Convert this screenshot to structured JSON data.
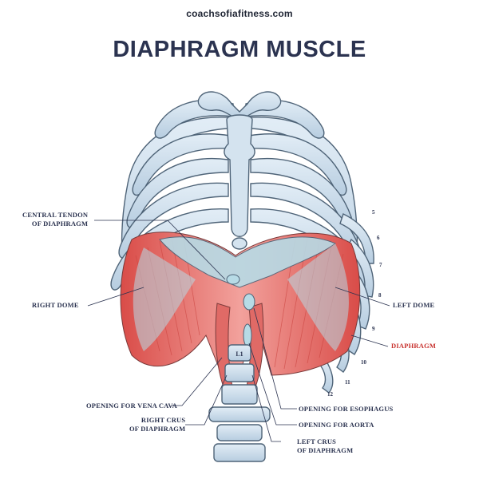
{
  "site": "coachsofiafitness.com",
  "title": "DIAPHRAGM MUSCLE",
  "labels": {
    "central_tendon": [
      "CENTRAL TENDON",
      "OF DIAPHRAGM"
    ],
    "right_dome": "RIGHT DOME",
    "left_dome": "LEFT DOME",
    "diaphragm": "DIAPHRAGM",
    "vena_cava": "OPENING FOR VENA CAVA",
    "right_crus": [
      "RIGHT CRUS",
      "OF DIAPHRAGM"
    ],
    "esophagus": "OPENING FOR ESOPHAGUS",
    "aorta": "OPENING FOR AORTA",
    "left_crus": [
      "LEFT CRUS",
      "OF DIAPHRAGM"
    ],
    "vertebra": "L1"
  },
  "rib_numbers": [
    "5",
    "6",
    "7",
    "8",
    "9",
    "10",
    "11",
    "12"
  ],
  "colors": {
    "title": "#2b3350",
    "bone": "#c9dcea",
    "bone_outline": "#4f6478",
    "muscle": "#e8807d",
    "muscle_dark": "#d6504c",
    "tendon": "#b7dbe6",
    "accent_red": "#c8322e"
  }
}
